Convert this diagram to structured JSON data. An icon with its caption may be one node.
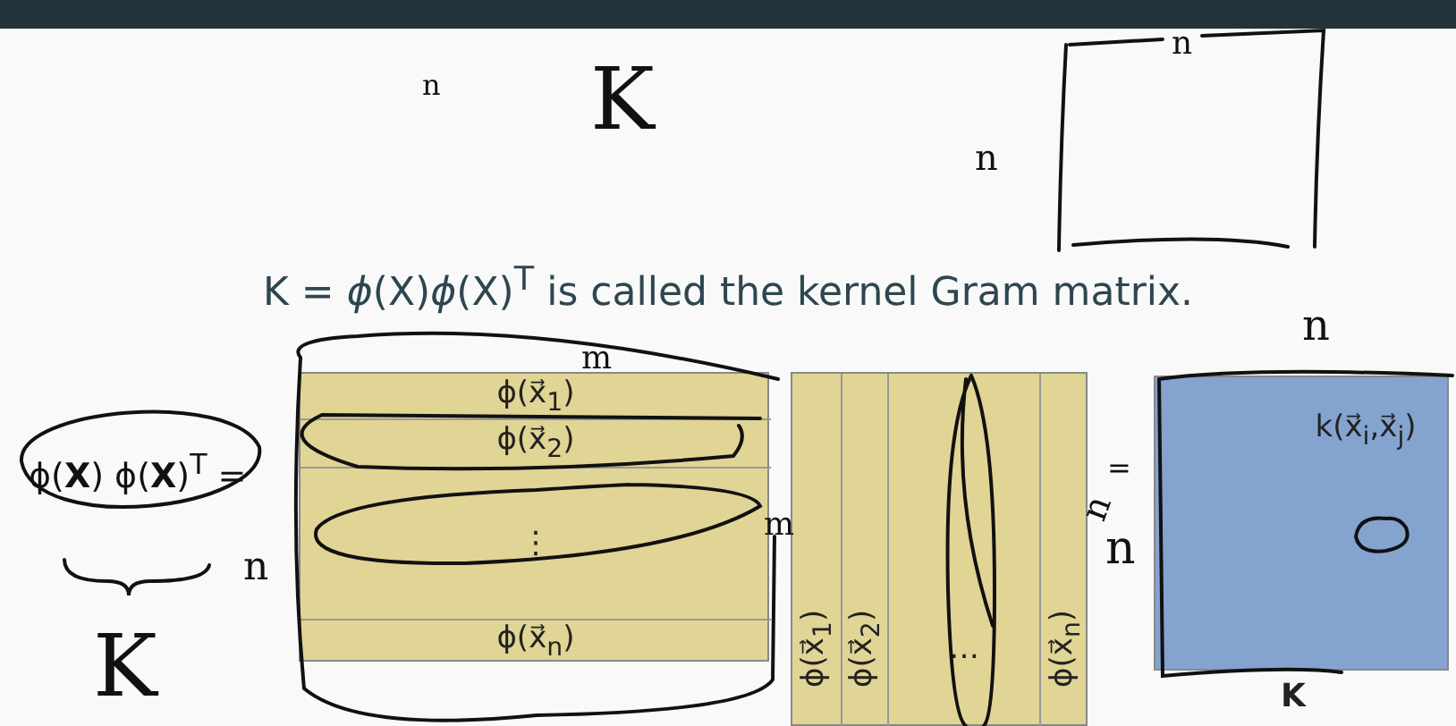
{
  "diagram": {
    "title": "K = *ϕ*(X)*ϕ*(X)$^{T}$ is called the kernel Gram matrix.",
    "nodes": [
      {
        "text": [
          "ϕ(x⃗$_{1}$)",
          "ϕ(x⃗$_{2}$)",
          "⋮",
          "ϕ(x⃗$_{n}$)"
        ]
      },
      {
        "text": [
          "ϕ(x⃗$_{1}$)",
          "ϕ(x⃗$_{2}$)",
          "…",
          "ϕ(x⃗$_{n}$)"
        ]
      },
      {
        "text": [
          "k(x⃗$_{i}$,x⃗$_{j}$)"
        ],
        "beside": [
          "K"
        ]
      }
    ],
    "labels": [
      "n",
      "K",
      "n",
      "n",
      "n",
      "ϕ(**X**) ϕ(**X**)$^{T}$ =",
      "m",
      "m",
      "n",
      "=",
      "n",
      "n",
      "K"
    ]
  }
}
